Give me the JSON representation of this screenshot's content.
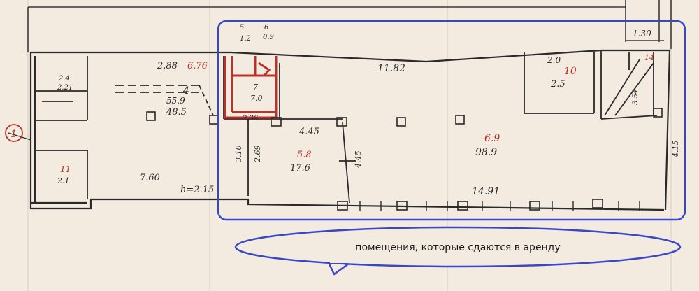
{
  "caption": "помещения, которые сдаются в аренду",
  "colors": {
    "paper": "#f3ebe0",
    "ink": "#2a2a2a",
    "red": "#b8322a",
    "blue": "#3a46c8"
  },
  "plan_labels": {
    "circle_1": "1",
    "room_5": "5",
    "room_5_area": "1.2",
    "room_6": "6",
    "room_6_area": "0.9",
    "dim_1_30": "1.30",
    "dim_6_76": "6.76",
    "dim_2_88": "2.88",
    "dim_11_82": "11.82",
    "dim_2_0": "2.0",
    "room_10": "10",
    "room_10_area": "2.5",
    "room_14": "14",
    "room_4": "4",
    "room_4_area": "48.5",
    "room_4_sub": "55.9",
    "room_7": "7",
    "room_7_area": "7.0",
    "dim_2_36": "2.36",
    "dim_4_45": "4.45",
    "room_8": "5.8",
    "room_8_area": "17.6",
    "room_9": "6.9",
    "room_9_area": "98.9",
    "dim_7_60": "7.60",
    "height": "h=2.15",
    "dim_14_91": "14.91",
    "dim_3_10": "3.10",
    "dim_2_69": "2.69",
    "dim_4_45v": "4.45",
    "dim_3_54": "3.54",
    "dim_4_15": "4.15",
    "room_11": "11",
    "room_11_area": "2.1",
    "dim_2_4": "2.4",
    "dim_2_21": "2.21"
  }
}
